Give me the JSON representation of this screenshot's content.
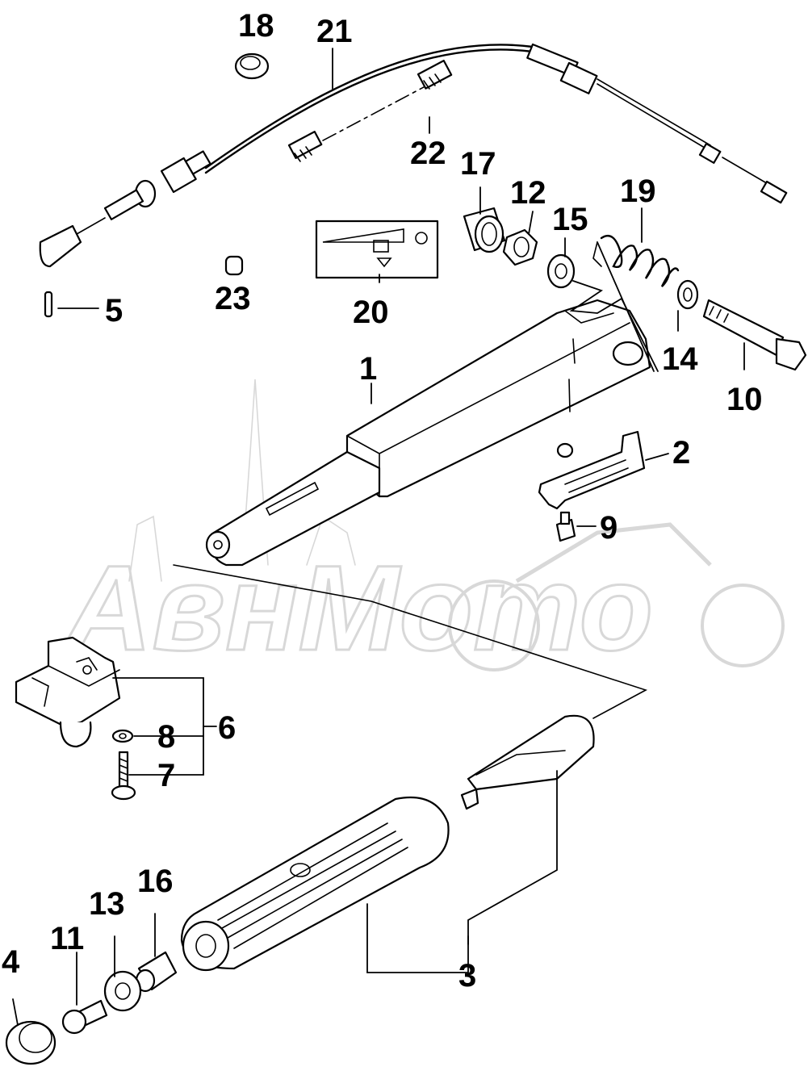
{
  "watermark": {
    "text": "АвнМото",
    "color": "#d8d8d8"
  },
  "callouts": [
    {
      "id": "1",
      "label": "1"
    },
    {
      "id": "2",
      "label": "2"
    },
    {
      "id": "3",
      "label": "3"
    },
    {
      "id": "4",
      "label": "4"
    },
    {
      "id": "5",
      "label": "5"
    },
    {
      "id": "6",
      "label": "6"
    },
    {
      "id": "7",
      "label": "7"
    },
    {
      "id": "8",
      "label": "8"
    },
    {
      "id": "9",
      "label": "9"
    },
    {
      "id": "10",
      "label": "10"
    },
    {
      "id": "11",
      "label": "11"
    },
    {
      "id": "12",
      "label": "12"
    },
    {
      "id": "13",
      "label": "13"
    },
    {
      "id": "14",
      "label": "14"
    },
    {
      "id": "15",
      "label": "15"
    },
    {
      "id": "16",
      "label": "16"
    },
    {
      "id": "17",
      "label": "17"
    },
    {
      "id": "18",
      "label": "18"
    },
    {
      "id": "19",
      "label": "19"
    },
    {
      "id": "20",
      "label": "20"
    },
    {
      "id": "21",
      "label": "21"
    },
    {
      "id": "22",
      "label": "22"
    },
    {
      "id": "23",
      "label": "23"
    }
  ]
}
